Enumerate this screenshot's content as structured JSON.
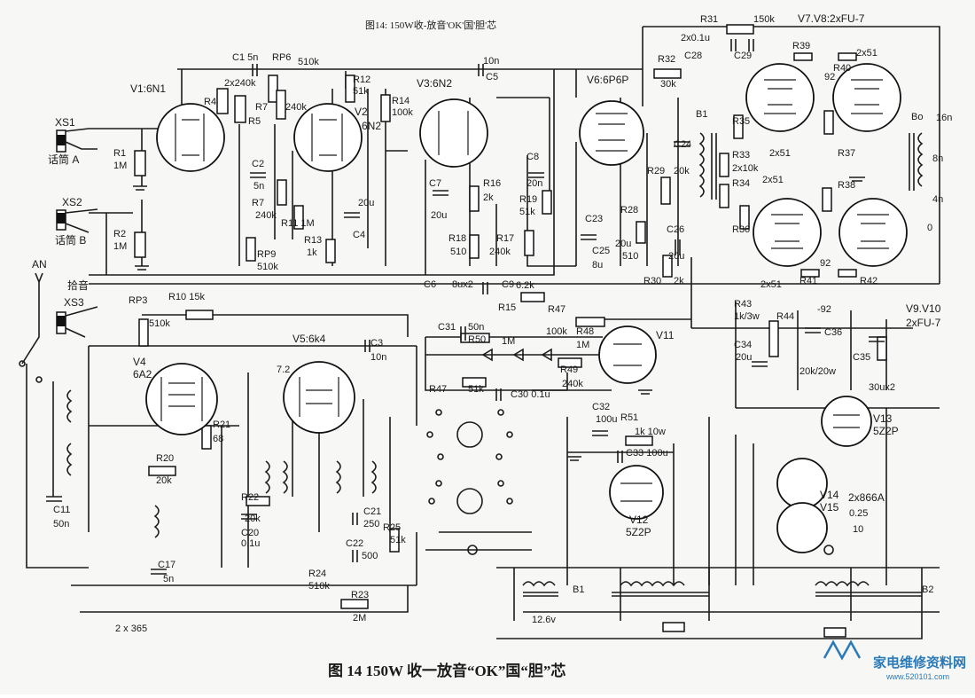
{
  "title_top": "图14: 150W收-放音'OK'国'胆'芯",
  "caption": "图 14   150W 收一放音“OK”国“胆”芯",
  "watermark": {
    "text": "家电维修资料网",
    "url": "www.520101.com"
  },
  "tube_groups": {
    "v1": "V1:6N1",
    "v3": "V3:6N2",
    "v6": "V6:6P6P",
    "v7v8": "V7.V8:2xFU-7",
    "v9v10a": "V9.V10",
    "v9v10b": "2xFU-7",
    "v4": "V4",
    "v4t": "6A2",
    "v5": "V5:6k4",
    "v11": "V11",
    "v12": "V12",
    "v12t": "5Z2P",
    "v13": "V13",
    "v13t": "5Z2P",
    "v14": "V14",
    "v15": "V15",
    "v1415t": "2x866A",
    "v2": "V2",
    "v2t": "6N2"
  },
  "jacks": {
    "xs1": "XS1",
    "xs1_label": "话筒 A",
    "xs2": "XS2",
    "xs2_label": "话筒 B",
    "xs3": "XS3",
    "xs3_label": "拾音",
    "an": "AN"
  },
  "components": [
    {
      "id": "c1",
      "text": "C1 5n"
    },
    {
      "id": "rp6",
      "text": "RP6"
    },
    {
      "id": "r510k_top",
      "text": "510k"
    },
    {
      "id": "r12",
      "text": "R12"
    },
    {
      "id": "r12v",
      "text": "51k"
    },
    {
      "id": "r4",
      "text": "R4"
    },
    {
      "id": "r2x240",
      "text": "2x240k"
    },
    {
      "id": "r5",
      "text": "R5"
    },
    {
      "id": "r7a",
      "text": "R7"
    },
    {
      "id": "r7av",
      "text": "240k"
    },
    {
      "id": "r1",
      "text": "R1"
    },
    {
      "id": "r1v",
      "text": "1M"
    },
    {
      "id": "r2",
      "text": "R2"
    },
    {
      "id": "r2v",
      "text": "1M"
    },
    {
      "id": "c2",
      "text": "C2"
    },
    {
      "id": "c2v",
      "text": "5n"
    },
    {
      "id": "r7b",
      "text": "R7"
    },
    {
      "id": "r7bv",
      "text": "240k"
    },
    {
      "id": "r11",
      "text": "R11 1M"
    },
    {
      "id": "r13",
      "text": "R13"
    },
    {
      "id": "r13v",
      "text": "1k"
    },
    {
      "id": "c4",
      "text": "C4"
    },
    {
      "id": "c4v",
      "text": "20u"
    },
    {
      "id": "rp9",
      "text": "RP9"
    },
    {
      "id": "rp9v",
      "text": "510k"
    },
    {
      "id": "r14",
      "text": "R14"
    },
    {
      "id": "r14v",
      "text": "100k"
    },
    {
      "id": "c5",
      "text": "C5"
    },
    {
      "id": "c5v",
      "text": "10n"
    },
    {
      "id": "r10",
      "text": "R10 15k"
    },
    {
      "id": "rp3",
      "text": "RP3"
    },
    {
      "id": "rp3v",
      "text": "510k"
    },
    {
      "id": "c7",
      "text": "C7"
    },
    {
      "id": "c7v",
      "text": "20u"
    },
    {
      "id": "r16",
      "text": "R16"
    },
    {
      "id": "r16v",
      "text": "2k"
    },
    {
      "id": "c8",
      "text": "C8"
    },
    {
      "id": "c8v",
      "text": "20n"
    },
    {
      "id": "r19",
      "text": "R19"
    },
    {
      "id": "r19v",
      "text": "51k"
    },
    {
      "id": "r18",
      "text": "R18"
    },
    {
      "id": "r18v",
      "text": "510"
    },
    {
      "id": "r17",
      "text": "R17"
    },
    {
      "id": "r17v",
      "text": "240k"
    },
    {
      "id": "c6",
      "text": "C6"
    },
    {
      "id": "c6v",
      "text": "8ux2"
    },
    {
      "id": "c9",
      "text": "C9"
    },
    {
      "id": "r15",
      "text": "R15"
    },
    {
      "id": "r62k",
      "text": "6.2k"
    },
    {
      "id": "r32",
      "text": "R32"
    },
    {
      "id": "r32v",
      "text": "30k"
    },
    {
      "id": "r31",
      "text": "R31"
    },
    {
      "id": "r31v",
      "text": "150k"
    },
    {
      "id": "c28",
      "text": "C28"
    },
    {
      "id": "c29",
      "text": "C29"
    },
    {
      "id": "c2x01",
      "text": "2x0.1u"
    },
    {
      "id": "c23",
      "text": "C23"
    },
    {
      "id": "r28",
      "text": "R28"
    },
    {
      "id": "c24",
      "text": "C24"
    },
    {
      "id": "c24v",
      "text": "20k"
    },
    {
      "id": "r29",
      "text": "R29"
    },
    {
      "id": "c25",
      "text": "C25"
    },
    {
      "id": "c25v",
      "text": "8u"
    },
    {
      "id": "c26",
      "text": "C26"
    },
    {
      "id": "r30",
      "text": "R30"
    },
    {
      "id": "r30v",
      "text": "2k"
    },
    {
      "id": "r20u",
      "text": "20u"
    },
    {
      "id": "r510",
      "text": "510"
    },
    {
      "id": "c26v",
      "text": "20u"
    },
    {
      "id": "b1",
      "text": "B1"
    },
    {
      "id": "r35",
      "text": "R35"
    },
    {
      "id": "r33",
      "text": "R33"
    },
    {
      "id": "r2x10k",
      "text": "2x10k"
    },
    {
      "id": "r34",
      "text": "R34"
    },
    {
      "id": "r36",
      "text": "R36"
    },
    {
      "id": "r39",
      "text": "R39"
    },
    {
      "id": "r40",
      "text": "R40"
    },
    {
      "id": "r2x51a",
      "text": "2x51"
    },
    {
      "id": "r2x51b",
      "text": "2x51"
    },
    {
      "id": "r2x51c",
      "text": "2x51"
    },
    {
      "id": "r2x51d",
      "text": "2x51"
    },
    {
      "id": "r37",
      "text": "R37"
    },
    {
      "id": "r38",
      "text": "R38"
    },
    {
      "id": "r41",
      "text": "R41"
    },
    {
      "id": "r42",
      "text": "R42"
    },
    {
      "id": "bo",
      "text": "Bo"
    },
    {
      "id": "o16",
      "text": "16n"
    },
    {
      "id": "o8",
      "text": "8n"
    },
    {
      "id": "o4",
      "text": "4n"
    },
    {
      "id": "o0",
      "text": "0"
    },
    {
      "id": "r43",
      "text": "R43"
    },
    {
      "id": "r43v",
      "text": "1k/3w"
    },
    {
      "id": "r44",
      "text": "R44"
    },
    {
      "id": "m92",
      "text": "-92"
    },
    {
      "id": "c34",
      "text": "C34"
    },
    {
      "id": "c34v",
      "text": "20u"
    },
    {
      "id": "c36",
      "text": "C36"
    },
    {
      "id": "r20k20w",
      "text": "20k/20w"
    },
    {
      "id": "c35",
      "text": "C35"
    },
    {
      "id": "c35v",
      "text": "30ux2"
    },
    {
      "id": "c31",
      "text": "C31"
    },
    {
      "id": "c31v",
      "text": "50n"
    },
    {
      "id": "r50",
      "text": "R50"
    },
    {
      "id": "r50v",
      "text": "1M"
    },
    {
      "id": "r47a",
      "text": "R47"
    },
    {
      "id": "r47av",
      "text": "100k"
    },
    {
      "id": "r48",
      "text": "R48"
    },
    {
      "id": "r48v",
      "text": "1M"
    },
    {
      "id": "r49",
      "text": "R49"
    },
    {
      "id": "r49v",
      "text": "240k"
    },
    {
      "id": "r47b",
      "text": "R47"
    },
    {
      "id": "r47bv",
      "text": "51k"
    },
    {
      "id": "c30",
      "text": "C30 0.1u"
    },
    {
      "id": "c3",
      "text": "C3"
    },
    {
      "id": "c3v",
      "text": "10n"
    },
    {
      "id": "r21",
      "text": "R21"
    },
    {
      "id": "r21v",
      "text": "68"
    },
    {
      "id": "r20",
      "text": "R20"
    },
    {
      "id": "r20v",
      "text": "20k"
    },
    {
      "id": "r22",
      "text": "R22"
    },
    {
      "id": "r22v",
      "text": "20k"
    },
    {
      "id": "c20",
      "text": "C20"
    },
    {
      "id": "c20v",
      "text": "0.1u"
    },
    {
      "id": "c11",
      "text": "C11"
    },
    {
      "id": "c11v",
      "text": "50n"
    },
    {
      "id": "c17",
      "text": "C17"
    },
    {
      "id": "c17v",
      "text": "5n"
    },
    {
      "id": "c21",
      "text": "C21"
    },
    {
      "id": "c21v",
      "text": "250"
    },
    {
      "id": "c22",
      "text": "C22"
    },
    {
      "id": "c22v",
      "text": "500"
    },
    {
      "id": "r25",
      "text": "R25"
    },
    {
      "id": "r25v",
      "text": "51k"
    },
    {
      "id": "r24",
      "text": "R24"
    },
    {
      "id": "r24v",
      "text": "510k"
    },
    {
      "id": "r23",
      "text": "R23"
    },
    {
      "id": "r23v",
      "text": "2M"
    },
    {
      "id": "c2x365",
      "text": "2 x 365"
    },
    {
      "id": "c32",
      "text": "C32"
    },
    {
      "id": "c32v",
      "text": "100u"
    },
    {
      "id": "r51",
      "text": "R51"
    },
    {
      "id": "r51v",
      "text": "1k  10w"
    },
    {
      "id": "c33",
      "text": "C33  100u"
    },
    {
      "id": "v126v",
      "text": "12.6v"
    },
    {
      "id": "b1b",
      "text": "B1"
    },
    {
      "id": "b2",
      "text": "B2"
    },
    {
      "id": "r025",
      "text": "0.25"
    },
    {
      "id": "r10n",
      "text": "10"
    },
    {
      "id": "p92a",
      "text": "92"
    },
    {
      "id": "p92b",
      "text": "92"
    },
    {
      "id": "n72",
      "text": "7.2"
    }
  ]
}
